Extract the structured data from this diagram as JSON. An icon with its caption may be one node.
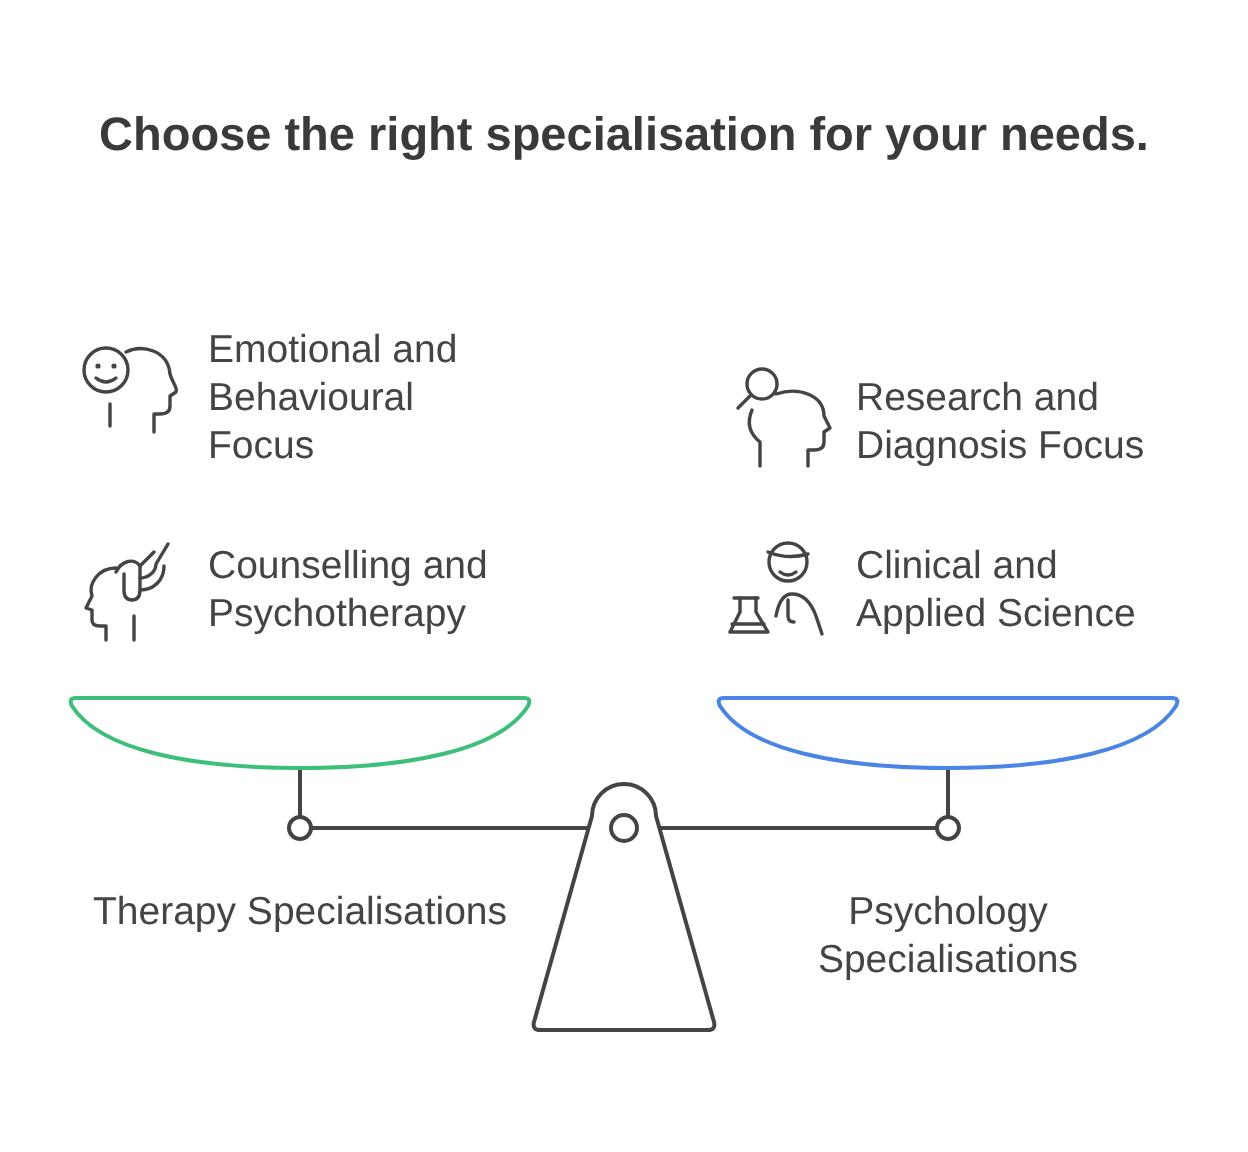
{
  "diagram": {
    "title": "Choose the right specialisation for your needs.",
    "labels": [
      "Emotional and Behavioural Focus",
      "Research and Diagnosis Focus",
      "Counselling and Psychotherapy",
      "Clinical and Applied Science",
      "Therapy Specialisations",
      "Psychology Specialisations"
    ]
  }
}
